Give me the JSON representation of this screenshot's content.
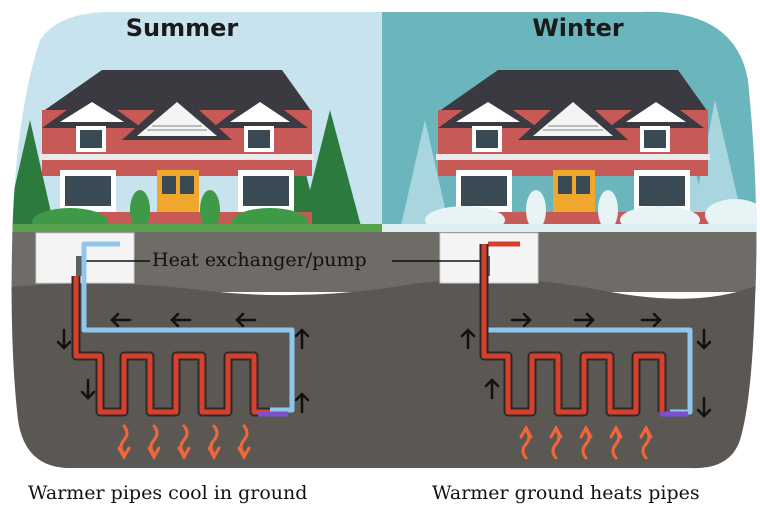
{
  "panels": {
    "summer": {
      "title": "Summer",
      "caption": "Warmer pipes cool in ground",
      "sky_color": "#c7e3ee",
      "flow_direction": "left",
      "heat_direction": "down"
    },
    "winter": {
      "title": "Winter",
      "caption": "Warmer ground heats pipes",
      "sky_color": "#6bb6bd",
      "flow_direction": "right",
      "heat_direction": "up"
    }
  },
  "shared": {
    "heat_exchanger_label": "Heat exchanger/pump"
  },
  "colors": {
    "ground": "#5b5753",
    "ground_top": "#6f6b67",
    "hot_pipe": "#d8402e",
    "cold_pipe": "#8fc6ee",
    "heat_wave": "#f2673a",
    "house_brick": "#c75a56",
    "roof": "#3a3a40",
    "door": "#f0a72e"
  }
}
